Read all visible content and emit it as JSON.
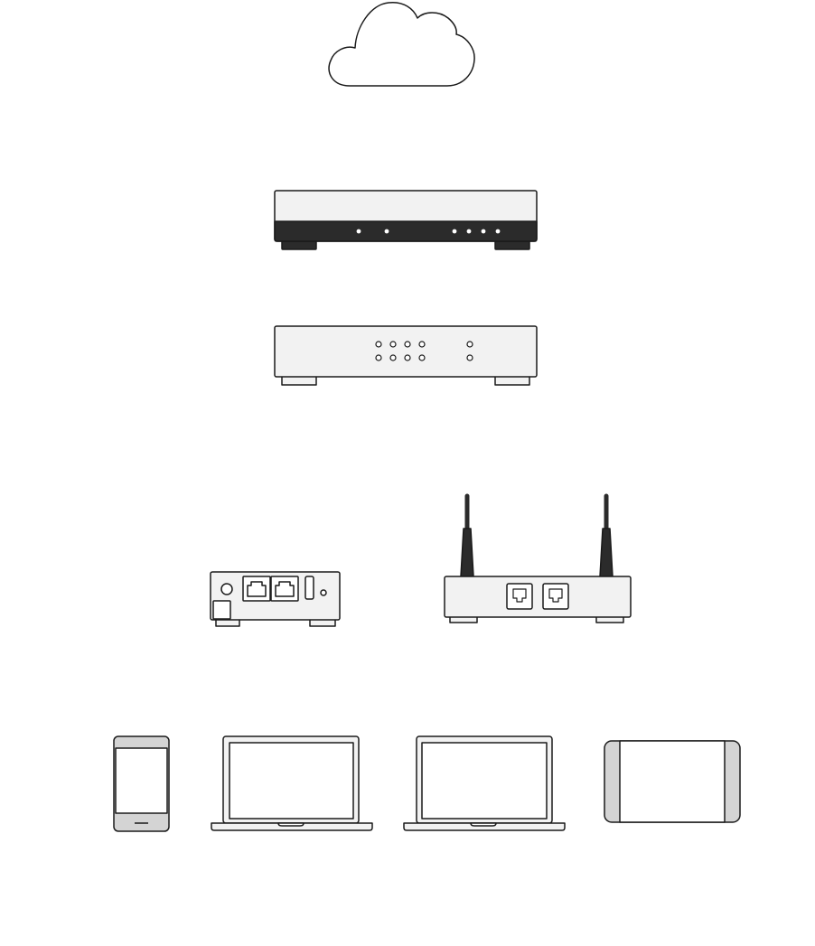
{
  "diagram": {
    "nodes": [
      {
        "id": "cloud",
        "icon": "cloud-icon"
      },
      {
        "id": "modem",
        "icon": "modem-icon"
      },
      {
        "id": "switch",
        "icon": "network-switch-icon"
      },
      {
        "id": "mini-router",
        "icon": "mini-router-icon"
      },
      {
        "id": "wifi-router",
        "icon": "wifi-router-icon"
      },
      {
        "id": "phone",
        "icon": "smartphone-icon"
      },
      {
        "id": "laptop-1",
        "icon": "laptop-icon"
      },
      {
        "id": "laptop-2",
        "icon": "laptop-icon"
      },
      {
        "id": "tablet",
        "icon": "tablet-icon"
      }
    ],
    "colors": {
      "stroke": "#1a1a1a",
      "device_fill": "#f2f2f2",
      "dark_band": "#2b2b2b",
      "bezel": "#d4d4d4",
      "background": "#ffffff"
    }
  }
}
